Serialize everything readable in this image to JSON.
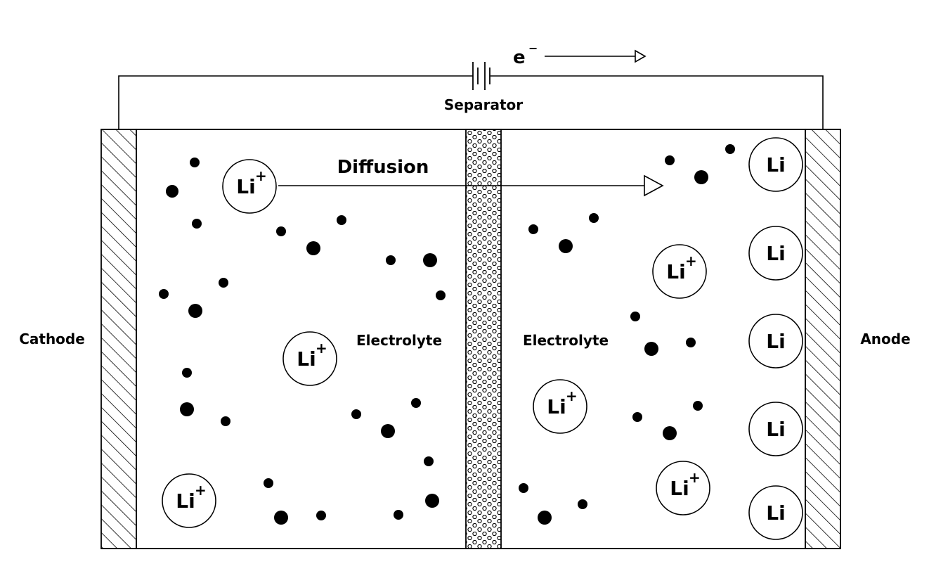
{
  "labels": {
    "cathode": "Cathode",
    "anode": "Anode",
    "separator": "Separator",
    "diffusion": "Diffusion",
    "electrolyte_left": "Electrolyte",
    "electrolyte_right": "Electrolyte",
    "electron": "e",
    "electron_sup": "−"
  },
  "ions": {
    "ion_text": "Li",
    "ion_charge": "+",
    "metal_text": "Li"
  },
  "colors": {
    "stroke": "#000000",
    "background": "#ffffff"
  }
}
